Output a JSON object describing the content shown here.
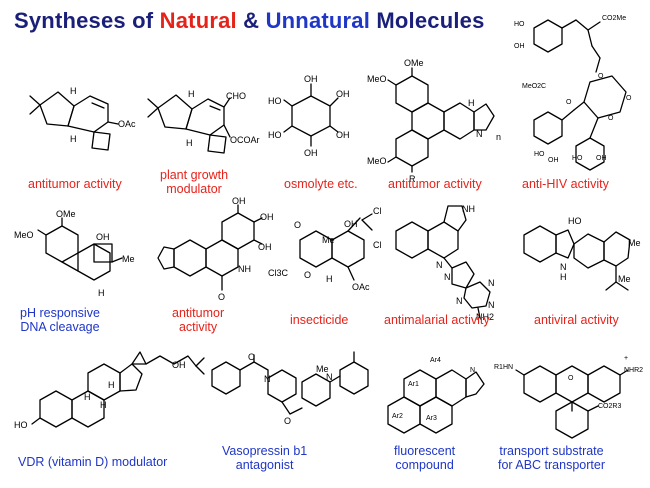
{
  "title": {
    "part1": "Syntheses of",
    "natural": "Natural",
    "amp": "&",
    "unnatural": "Unnatural",
    "part2": "Molecules"
  },
  "colors": {
    "navy": "#1a1f7a",
    "red": "#e5231b",
    "blue": "#1f36c7"
  },
  "rows": [
    {
      "captions": [
        "antitumor activity",
        "plant growth modulator",
        "osmolyte etc.",
        "antitumor activity",
        "anti-HIV activity"
      ]
    },
    {
      "captions": [
        "pH responsive DNA cleavage",
        "antitumor activity",
        "insecticide",
        "antimalarial activity",
        "antiviral activity"
      ]
    },
    {
      "captions": [
        "VDR (vitamin D) modulator",
        "Vasopressin b1 antagonist",
        "fluorescent compound",
        "transport substrate for ABC transporter"
      ]
    }
  ],
  "captions": {
    "c1": "antitumor activity",
    "c2a": "plant growth",
    "c2b": "modulator",
    "c3": "osmolyte etc.",
    "c4": "antitumor activity",
    "c5": "anti-HIV activity",
    "c6a": "pH responsive",
    "c6b": "DNA cleavage",
    "c7a": "antitumor",
    "c7b": "activity",
    "c8": "insecticide",
    "c9": "antimalarial activity",
    "c10": "antiviral activity",
    "c11": "VDR (vitamin D) modulator",
    "c12a": "Vasopressin b1",
    "c12b": "antagonist",
    "c13a": "fluorescent",
    "c13b": "compound",
    "c14a": "transport substrate",
    "c14b": "for ABC transporter"
  },
  "atoms": {
    "m1": [
      "H",
      "OAc",
      "H"
    ],
    "m2": [
      "H",
      "CHO",
      "H",
      "OCOAr"
    ],
    "m3": [
      "OH",
      "OH",
      "HO",
      "OH",
      "HO",
      "OH"
    ],
    "m4": [
      "OMe",
      "MeO",
      "H",
      "N",
      "n",
      "MeO",
      "R"
    ],
    "m5": [
      "HO",
      "OH",
      "CO2Me",
      "O",
      "MeO2C",
      "O",
      "O",
      "O",
      "HO",
      "OH",
      "HO",
      "OH"
    ],
    "m6": [
      "OMe",
      "MeO",
      "OH",
      "Me",
      "H"
    ],
    "m7": [
      "OH",
      "OH",
      "OH",
      "NH",
      "O"
    ],
    "m8": [
      "OH",
      "Cl",
      "Cl",
      "Me",
      "O",
      "Cl3C",
      "O",
      "H",
      "OAc"
    ],
    "m9": [
      "NH",
      "N",
      "N",
      "N",
      "N",
      "N",
      "NH2"
    ],
    "m10": [
      "HO",
      "Me",
      "Me",
      "N",
      "H"
    ],
    "m11": [
      "OH",
      "H",
      "H",
      "H",
      "HO"
    ],
    "m12": [
      "Me",
      "N",
      "N",
      "O",
      "O"
    ],
    "m13": [
      "Ar4",
      "N",
      "Ar1",
      "Ar2",
      "Ar3"
    ],
    "m14": [
      "R1HN",
      "O",
      "+",
      "NHR2",
      "CO2R3"
    ]
  }
}
